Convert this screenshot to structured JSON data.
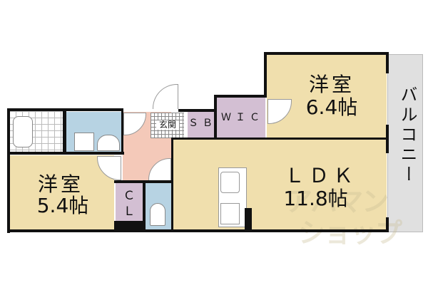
{
  "rooms": {
    "western_room_1": {
      "name": "洋室",
      "size": "6.4帖"
    },
    "western_room_2": {
      "name": "洋室",
      "size": "5.4帖"
    },
    "ldk": {
      "name": "ＬＤＫ",
      "size": "11.8帖"
    },
    "balcony": {
      "name": "バルコニー"
    },
    "entrance": {
      "name": "玄関"
    },
    "shoe_box": {
      "name": "ＳＢ"
    },
    "walk_in_closet": {
      "name": "ＷＩＣ"
    },
    "closet": {
      "name": "ＣＬ"
    }
  },
  "watermark": {
    "line1": "アパマン",
    "line2": "ショップ"
  },
  "colors": {
    "room": "#f0dfad",
    "storage": "#d3bfd3",
    "wet_area": "#b7d3e3",
    "hallway": "#f4c9b9",
    "balcony": "#e0e0e0",
    "wall": "#111111"
  }
}
